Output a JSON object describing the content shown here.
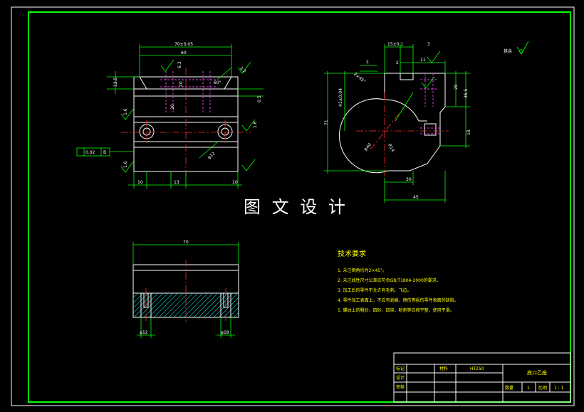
{
  "watermark": "图 文 设 计",
  "roughness_note": "其余",
  "tech_requirements": {
    "title": "技术要求",
    "items": [
      "1. 未注倒角均为2×45°。",
      "2. 未注线性尺寸公差应符合GB/T1804-2000的要求。",
      "3. 加工后的零件不允许有毛刺、飞边。",
      "4. 零件加工表面上，不应有划痕、擦伤等损伤零件表面的缺陷。",
      "5. 螺纹上的粗砂、四砂、四突、粉刺等应修平整，使用平滑。"
    ]
  },
  "title_block": {
    "r1": "标记",
    "r2": "设计",
    "r3": "审核",
    "material_label": "材料",
    "material": "HT250",
    "part_name": "底口乙座",
    "scale_label": "比例",
    "scale": "1 : 1",
    "qty_label": "数量",
    "qty": "1"
  },
  "front_view_dims": {
    "top_overall": "70±0.05",
    "top_inner": "60",
    "left_h": "12.5",
    "right_h": "0.5",
    "tol_frame": "0.02",
    "datum": "B",
    "bottom_a": "10",
    "bottom_b": "13",
    "bottom_c": "10",
    "bh1": "20",
    "bh2": "20",
    "angle": "60°",
    "hole_d": "φ12",
    "rough1": "6.3",
    "rough2": "3.2",
    "rough3": "1.6",
    "rough4": "1.6",
    "rough5": "1.6"
  },
  "side_view_dims": {
    "top_a": "15±0.1",
    "top_b": "11",
    "top_c": "2",
    "top_d": "2",
    "top_e": "3",
    "chamfer": "2×45°",
    "left_h": "41±0.04",
    "total_h": "71",
    "right_a": "20",
    "right_b": "36.5",
    "right_c": "18",
    "radius": "R40",
    "radius2": "R14",
    "bottom_a": "30",
    "bottom_b": "45"
  },
  "bottom_view_dims": {
    "width": "70",
    "hole_left": "φ12",
    "hole_right": "φ18"
  }
}
